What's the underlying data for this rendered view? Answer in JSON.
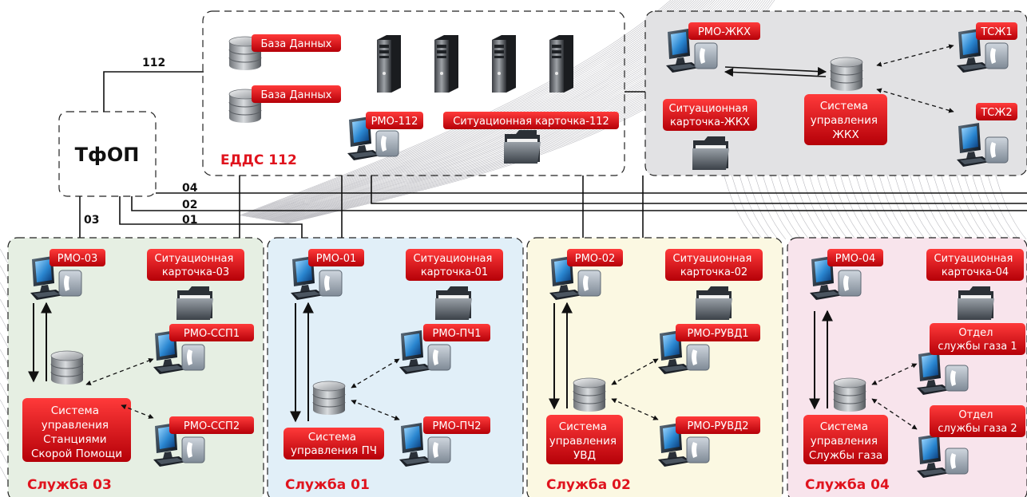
{
  "tfop": "ТфОП",
  "edds": {
    "title": "ЕДДС 112",
    "db1": "База Данных",
    "db2": "База Данных",
    "rmo": "РМО-112",
    "card": "Ситуационная карточка-112"
  },
  "zhkh": {
    "rmo": "РМО-ЖКХ",
    "card": [
      "Ситуационная",
      "карточка-ЖКХ"
    ],
    "system": [
      "Система",
      "управления",
      "ЖКХ"
    ],
    "tszh1": "ТСЖ1",
    "tszh2": "ТСЖ2"
  },
  "lines": {
    "l112": "112",
    "l04": "04",
    "l02": "02",
    "l01": "01",
    "l03": "03"
  },
  "s03": {
    "title": "Служба 03",
    "rmo": "РМО-03",
    "card": [
      "Ситуационная",
      "карточка-03"
    ],
    "sub1": "РМО-ССП1",
    "sub2": "РМО-ССП2",
    "system": [
      "Система",
      "управления",
      "Станциями",
      "Скорой Помощи"
    ]
  },
  "s01": {
    "title": "Служба 01",
    "rmo": "РМО-01",
    "card": [
      "Ситуационная",
      "карточка-01"
    ],
    "sub1": "РМО-ПЧ1",
    "sub2": "РМО-ПЧ2",
    "system": [
      "Система",
      "управления ПЧ"
    ]
  },
  "s02": {
    "title": "Служба 02",
    "rmo": "РМО-02",
    "card": [
      "Ситуационная",
      "карточка-02"
    ],
    "sub1": "РМО-РУВД1",
    "sub2": "РМО-РУВД2",
    "system": [
      "Система",
      "управления",
      "УВД"
    ]
  },
  "s04": {
    "title": "Служба 04",
    "rmo": "РМО-04",
    "card": [
      "Ситуационная",
      "карточка-04"
    ],
    "sub1": [
      "Отдел",
      "службы газа 1"
    ],
    "sub2": [
      "Отдел",
      "службы газа 2"
    ],
    "system": [
      "Система",
      "управления",
      "Службы газа"
    ]
  },
  "colors": {
    "accent_red": "#e0141e",
    "panel_green": "#e6efe3",
    "panel_blue": "#e1eff8",
    "panel_yellow": "#fbf8e2",
    "panel_pink": "#f8e4ec",
    "panel_gray": "#e2e2e4"
  }
}
